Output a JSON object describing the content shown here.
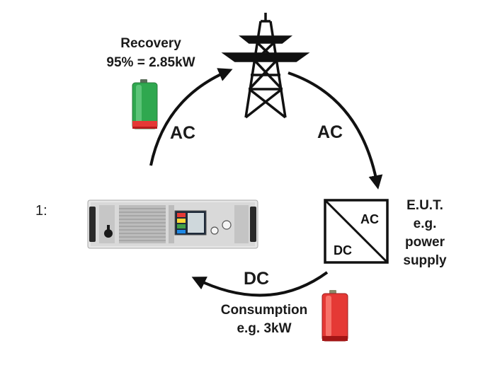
{
  "recovery": {
    "line1": "Recovery",
    "line2": "95% = 2.85kW"
  },
  "consumption": {
    "line1": "Consumption",
    "line2": "e.g. 3kW"
  },
  "flows": {
    "ac_left": "AC",
    "ac_right": "AC",
    "dc_bottom": "DC"
  },
  "eut": {
    "line1": "E.U.T.",
    "line2": "e.g.",
    "line3": "power",
    "line4": "supply"
  },
  "converter": {
    "ac": "AC",
    "dc": "DC"
  },
  "prefix": "1:",
  "colors": {
    "battery_green": "#2fa84f",
    "battery_red": "#e53935",
    "arrow": "#111111",
    "tower": "#111111",
    "device_panel": "#e6e6e6"
  }
}
